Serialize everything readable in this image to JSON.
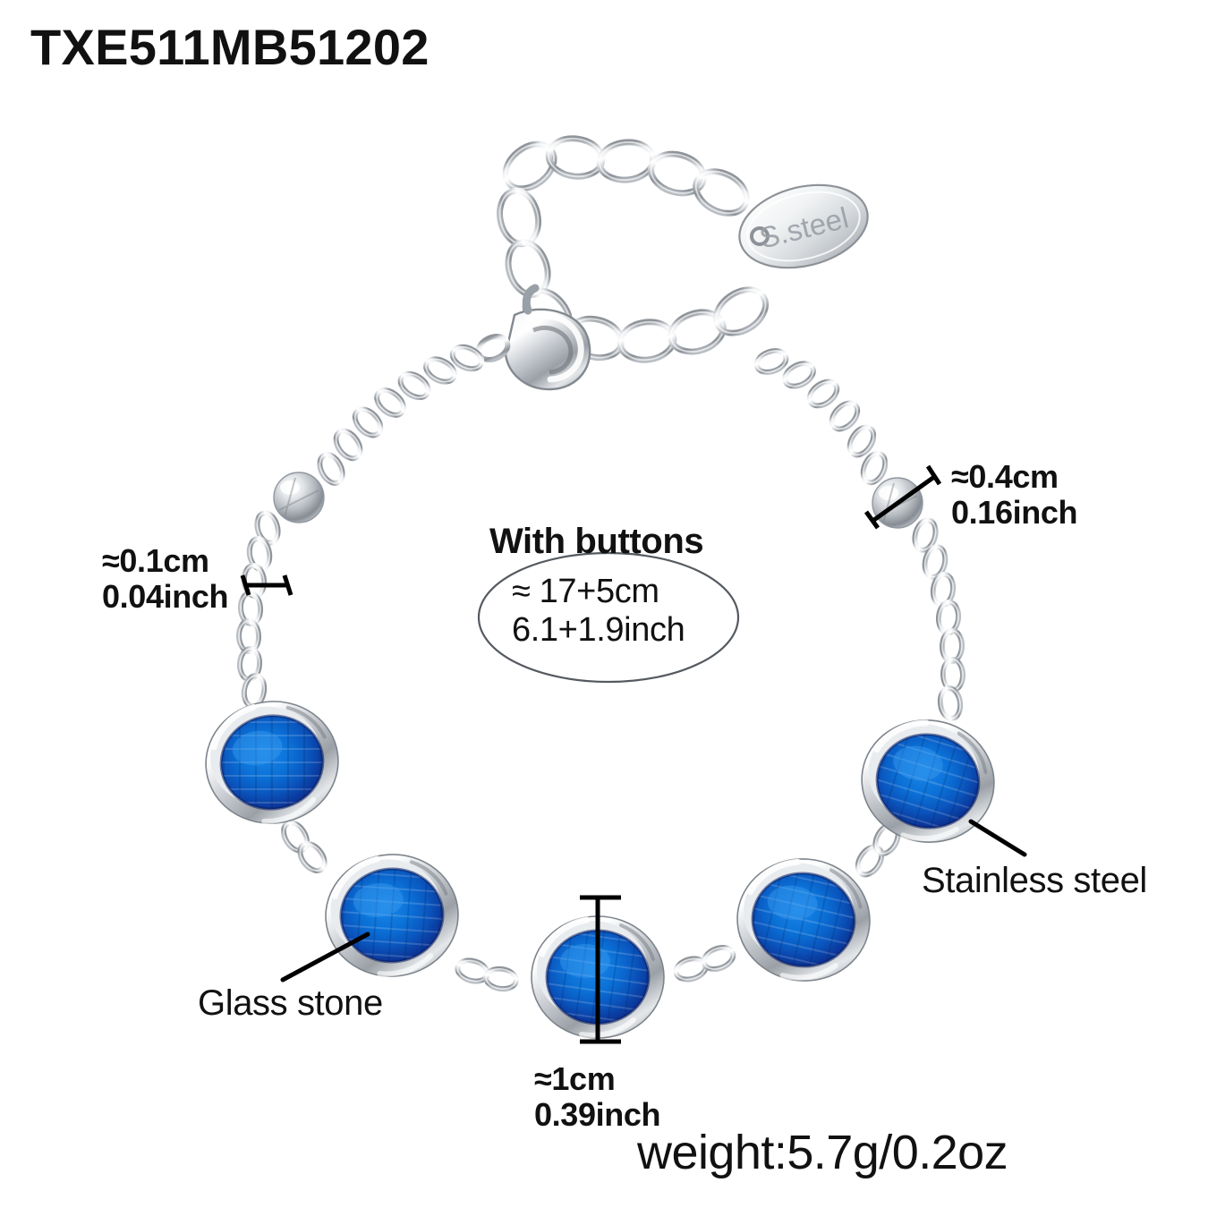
{
  "product": {
    "sku": "TXE511MB51202",
    "weight": "weight:5.7g/0.2oz",
    "type": "bracelet"
  },
  "annotations": {
    "with_buttons": "With buttons",
    "length": "≈ 17+5cm\n6.1+1.9inch",
    "chain_thickness": "≈0.1cm\n0.04inch",
    "bead_diameter": "≈0.4cm\n0.16inch",
    "stone_height": "≈1cm\n0.39inch",
    "glass_stone": "Glass stone",
    "stainless_steel": "Stainless steel"
  },
  "tag": {
    "engraving": "S.steel"
  },
  "colors": {
    "background": "#ffffff",
    "text": "#111111",
    "gem_center": "#0b72d8",
    "gem_mid": "#0a58c0",
    "gem_edge": "#0d2f8f",
    "metal_light": "#fdfdfd",
    "metal_mid": "#c9ccd1",
    "metal_dark": "#8d9298",
    "metal_shadow": "#6b7076"
  },
  "components": {
    "stones_count": 5,
    "beads_count": 2,
    "clasp": "lobster-clasp",
    "extender": "extender-chain"
  }
}
